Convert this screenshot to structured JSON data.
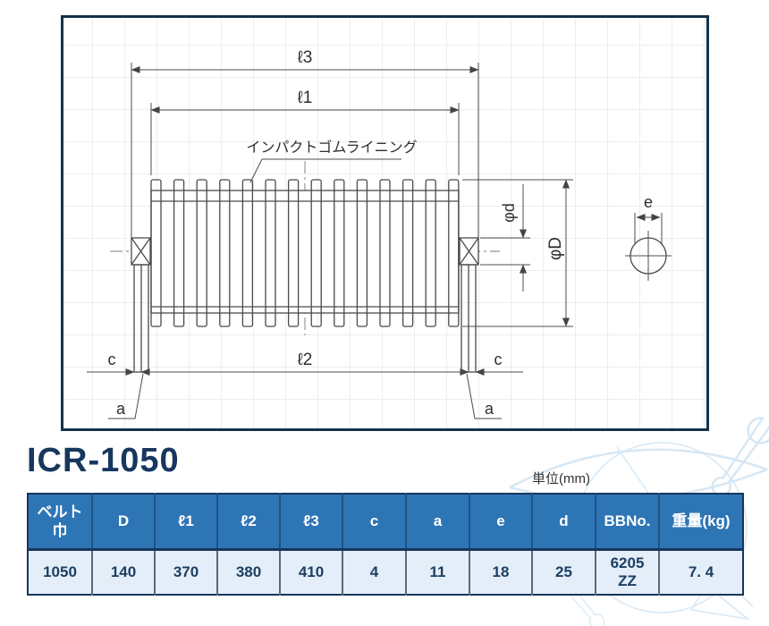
{
  "title": "ICR-1050",
  "unit_note": "単位(mm)",
  "drawing": {
    "dim_l3": "ℓ3",
    "dim_l1": "ℓ1",
    "dim_l2": "ℓ2",
    "lining_label": "インパクトゴムライニング",
    "dim_c": "c",
    "dim_a": "a",
    "dim_e": "e",
    "dim_phi_d": "φd",
    "dim_phi_D": "φD"
  },
  "table": {
    "columns": [
      {
        "header": "ベルト",
        "header2": "巾",
        "value": "1050"
      },
      {
        "header": "D",
        "value": "140"
      },
      {
        "header": "ℓ1",
        "value": "370"
      },
      {
        "header": "ℓ2",
        "value": "380"
      },
      {
        "header": "ℓ3",
        "value": "410"
      },
      {
        "header": "c",
        "value": "4"
      },
      {
        "header": "a",
        "value": "11"
      },
      {
        "header": "e",
        "value": "18"
      },
      {
        "header": "d",
        "value": "25"
      },
      {
        "header": "BBNo.",
        "value": "6205",
        "value2": "ZZ"
      },
      {
        "header": "重量(kg)",
        "value": "7. 4"
      }
    ]
  },
  "colors": {
    "header_bg": "#2e75b5",
    "header_text": "#ffffff",
    "row_bg": "#e3eef8",
    "row_text": "#1d3e63",
    "table_border": "#16365c",
    "title_text": "#17375e",
    "drawing_border": "#13334c",
    "watermark": "#d6e7f4"
  }
}
